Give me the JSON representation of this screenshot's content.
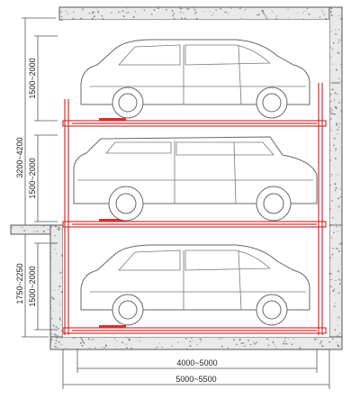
{
  "dimensions": {
    "total_height": "3200~4200",
    "upper_level_height": "1500~2000",
    "middle_level_height": "1500~2000",
    "pit_depth": "1750~2250",
    "lower_level_height": "1500~2000",
    "platform_length": "4000~5000",
    "pit_length": "5000~5500"
  },
  "levels": [
    {
      "position": "top",
      "vehicle": "suv"
    },
    {
      "position": "middle",
      "vehicle": "suv"
    },
    {
      "position": "bottom",
      "vehicle": "suv"
    }
  ],
  "colors": {
    "lift_frame": "#d93030",
    "concrete": "#e9e9e9",
    "linework": "#555555"
  }
}
